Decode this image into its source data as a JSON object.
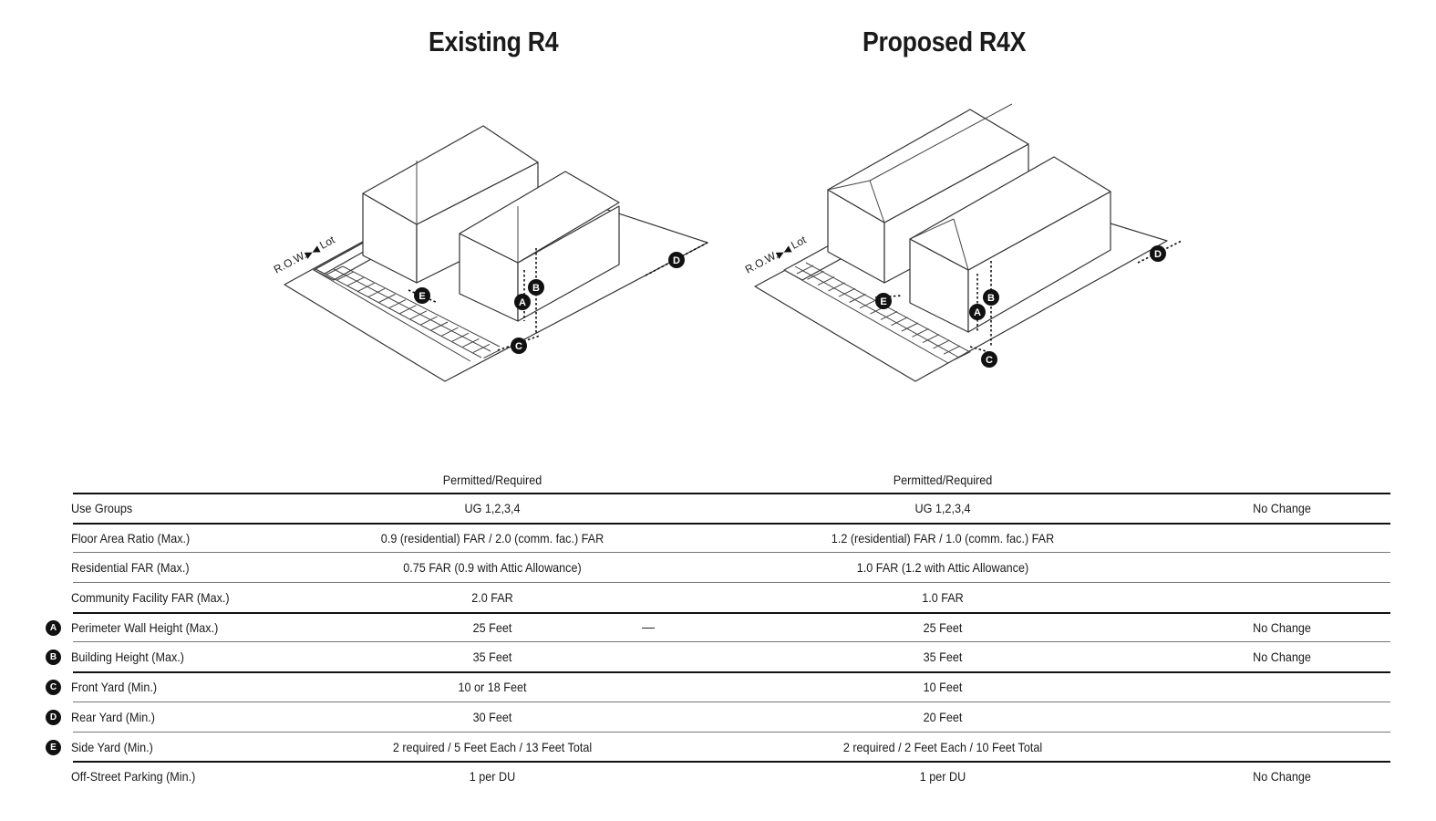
{
  "titles": {
    "left": "Existing R4",
    "right": "Proposed R4X"
  },
  "diagram_labels": {
    "row_lot": "R.O.W.",
    "lot": "Lot",
    "markers": [
      "A",
      "B",
      "C",
      "D",
      "E"
    ]
  },
  "table": {
    "header_left": "Permitted/Required",
    "header_right": "Permitted/Required",
    "rows": [
      {
        "marker": "",
        "label": "Use Groups",
        "existing": "UG 1,2,3,4",
        "proposed": "UG 1,2,3,4",
        "change": "No Change"
      },
      {
        "marker": "",
        "label": "Floor Area Ratio (Max.)",
        "existing": "0.9 (residential) FAR / 2.0 (comm. fac.) FAR",
        "proposed": "1.2 (residential) FAR / 1.0 (comm. fac.) FAR",
        "change": ""
      },
      {
        "marker": "",
        "label": "Residential FAR (Max.)",
        "existing": "0.75 FAR (0.9 with Attic Allowance)",
        "proposed": "1.0 FAR (1.2 with Attic Allowance)",
        "change": ""
      },
      {
        "marker": "",
        "label": "Community Facility FAR (Max.)",
        "existing": "2.0 FAR",
        "proposed": "1.0 FAR",
        "change": ""
      },
      {
        "marker": "A",
        "label": "Perimeter Wall Height (Max.)",
        "existing": "25 Feet",
        "proposed": "25 Feet",
        "change": "No Change"
      },
      {
        "marker": "B",
        "label": "Building Height (Max.)",
        "existing": "35 Feet",
        "proposed": "35 Feet",
        "change": "No Change"
      },
      {
        "marker": "C",
        "label": "Front Yard (Min.)",
        "existing": "10 or 18 Feet",
        "proposed": "10 Feet",
        "change": ""
      },
      {
        "marker": "D",
        "label": "Rear Yard (Min.)",
        "existing": "30 Feet",
        "proposed": "20 Feet",
        "change": ""
      },
      {
        "marker": "E",
        "label": "Side Yard (Min.)",
        "existing": "2 required / 5 Feet Each / 13 Feet Total",
        "proposed": "2 required / 2 Feet Each / 10 Feet Total",
        "change": ""
      },
      {
        "marker": "",
        "label": "Off-Street Parking (Min.)",
        "existing": "1 per DU",
        "proposed": "1 per DU",
        "change": "No Change"
      }
    ]
  }
}
